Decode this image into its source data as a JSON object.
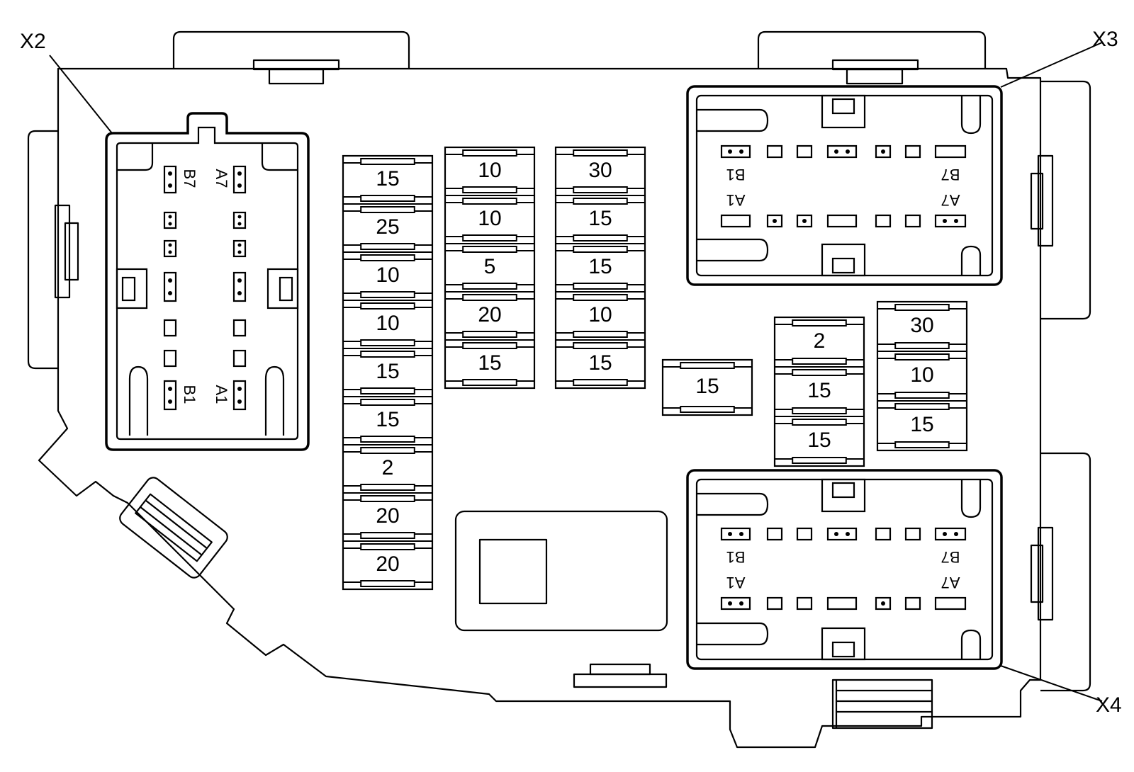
{
  "callouts": {
    "x2": "X2",
    "x3": "X3",
    "x4": "X4"
  },
  "fuses": {
    "col1": [
      "15",
      "25",
      "10",
      "10",
      "15",
      "15",
      "2",
      "20",
      "20"
    ],
    "col2": [
      "10",
      "10",
      "5",
      "20",
      "15"
    ],
    "col3": [
      "30",
      "15",
      "15",
      "10",
      "15"
    ],
    "single": [
      "15"
    ],
    "col4": [
      "2",
      "15",
      "15"
    ],
    "col5": [
      "30",
      "10",
      "15"
    ]
  },
  "x2_pins": {
    "b7": "B7",
    "a7": "A7",
    "b1": "B1",
    "a1": "A1"
  },
  "x3_pins": {
    "b1": "B1",
    "b7": "B7",
    "a1": "A1",
    "a7": "A7"
  },
  "x4_pins": {
    "b1": "B1",
    "b7": "B7",
    "a1": "A1",
    "a7": "A7"
  },
  "colors": {
    "line": "#000000",
    "background": "#ffffff"
  }
}
